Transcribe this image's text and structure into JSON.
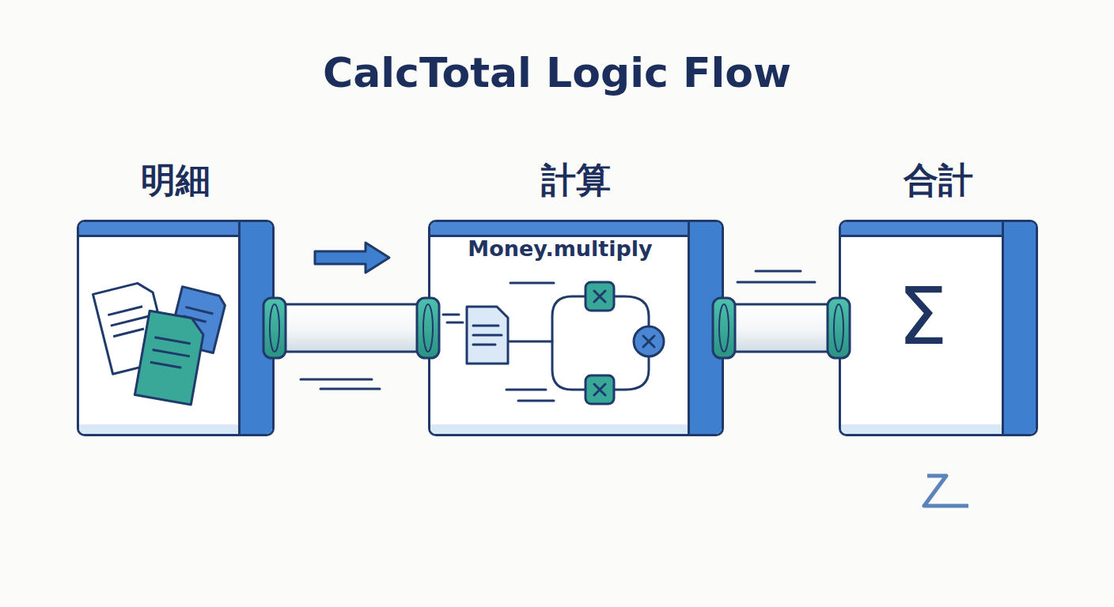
{
  "diagram": {
    "title": "CalcTotal Logic Flow",
    "nodes": [
      {
        "text": [
          "明細"
        ]
      },
      {
        "text": [
          "計算",
          "Money.multiply"
        ]
      },
      {
        "text": [
          "合計",
          "Σ"
        ]
      }
    ],
    "edges": [
      {
        "from": 0,
        "to": 1,
        "arrow": "none"
      },
      {
        "from": 1,
        "to": 2,
        "arrow": "none"
      }
    ]
  }
}
